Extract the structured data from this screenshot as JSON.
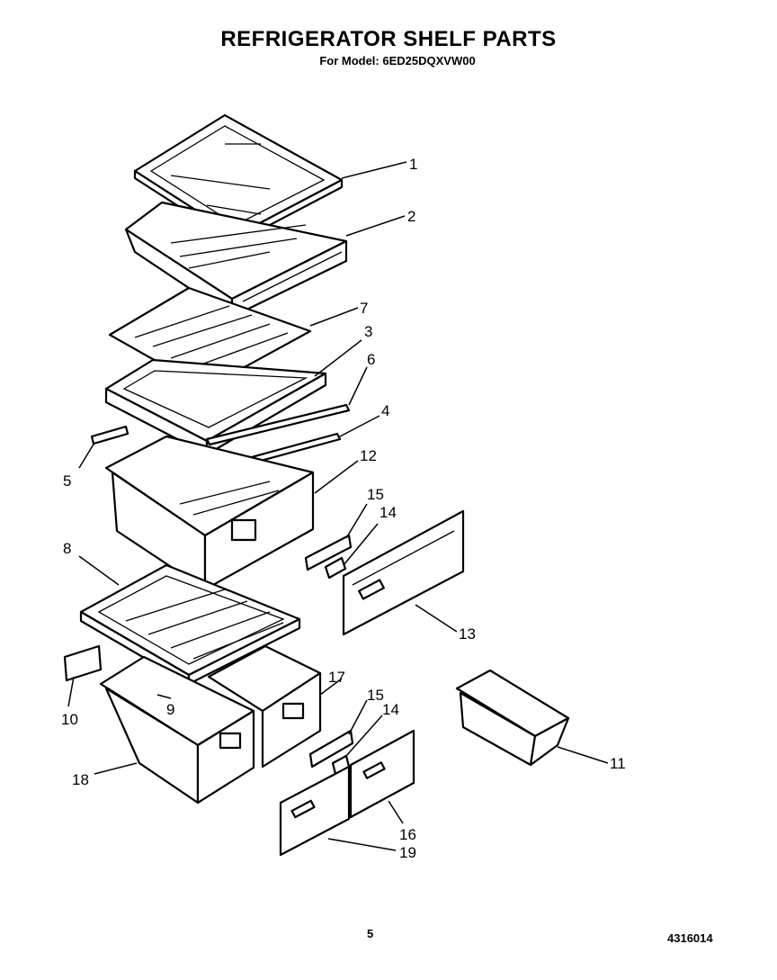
{
  "title": "REFRIGERATOR SHELF PARTS",
  "subtitle": "For Model: 6ED25DQXVW00",
  "page_number": "5",
  "document_number": "4316014",
  "part_labels": [
    "1",
    "2",
    "7",
    "3",
    "6",
    "4",
    "5",
    "12",
    "15",
    "14",
    "8",
    "13",
    "17",
    "15",
    "14",
    "10",
    "9",
    "11",
    "18",
    "16",
    "19"
  ]
}
